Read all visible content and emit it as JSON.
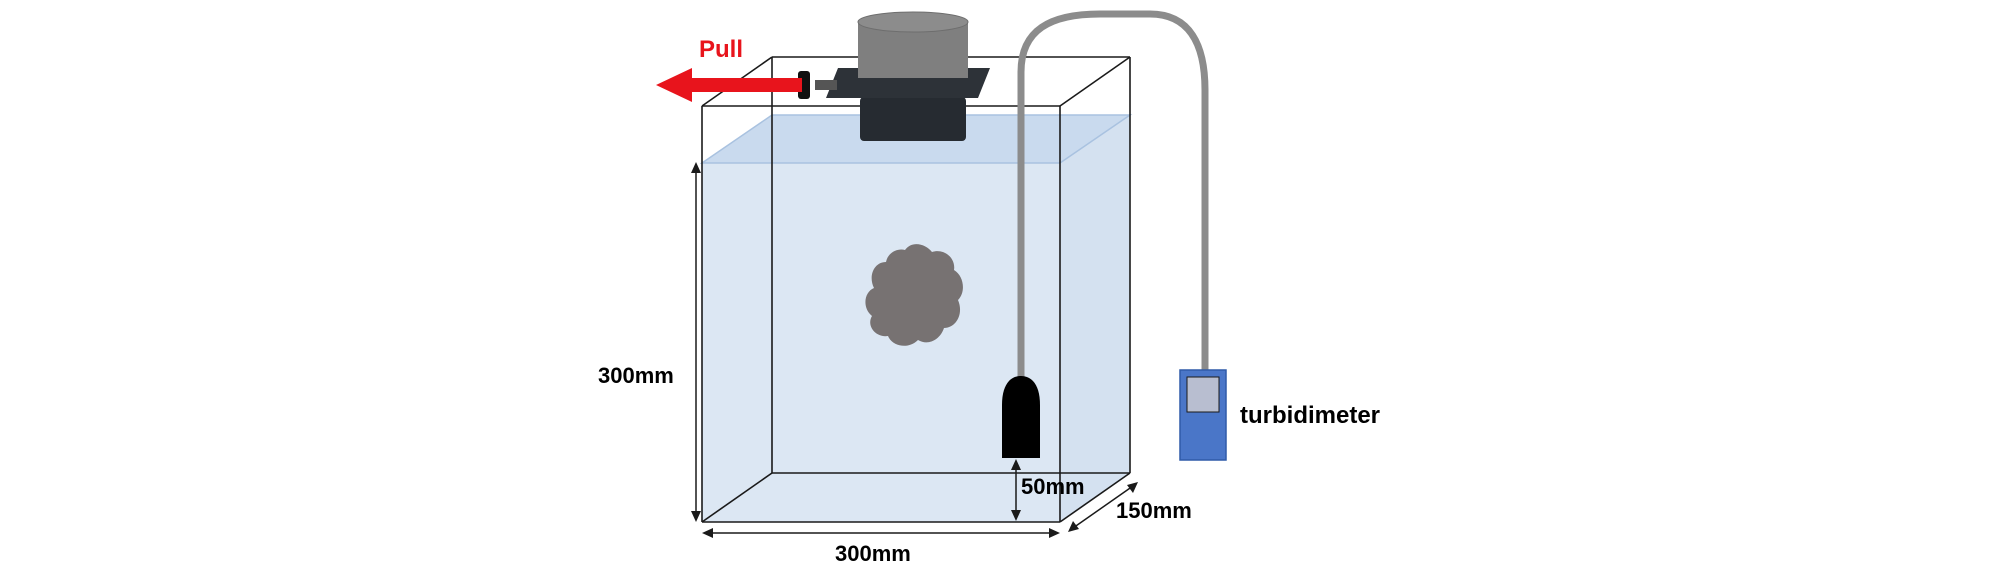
{
  "labels": {
    "pull": "Pull",
    "height": "300mm",
    "width": "300mm",
    "depth": "150mm",
    "sensor_gap": "50mm",
    "device": "turbidimeter"
  },
  "colors": {
    "arrow": "#e8141c",
    "water": "#dce7f3",
    "water_surface": "#c9daee",
    "motor_top": "#7f7f7f",
    "motor_body": "#262b31",
    "sample": "#777272",
    "sensor": "#000000",
    "cable": "#8c8c8c",
    "turbidimeter_body": "#4a76c8",
    "turbidimeter_screen": "#b8bed0"
  },
  "icons": {
    "arrow": "left-arrow-icon",
    "motor": "stirrer-motor-icon",
    "sensor": "sensor-probe-icon",
    "device": "turbidimeter-icon"
  }
}
